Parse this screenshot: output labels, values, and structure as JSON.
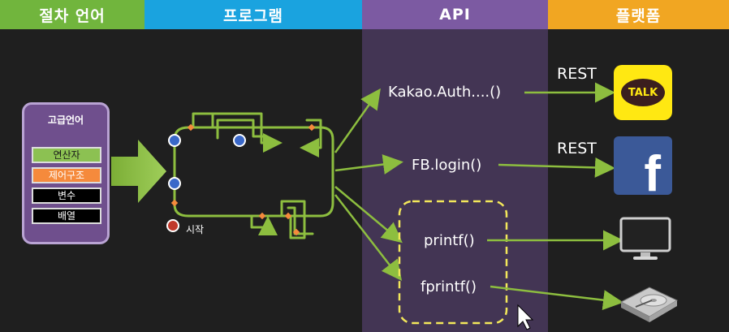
{
  "headers": [
    "절차 언어",
    "프로그램",
    "API",
    "플랫폼"
  ],
  "header_colors": [
    "#71b53d",
    "#1aa3df",
    "#7c5aa2",
    "#f1a622"
  ],
  "left_box": {
    "title": "고급언어",
    "items": [
      {
        "label": "연산자",
        "bg": "#8cc152",
        "fg": "#1a1a1a"
      },
      {
        "label": "제어구조",
        "bg": "#f58a3c",
        "fg": "#ffffff"
      },
      {
        "label": "변수",
        "bg": "#000000",
        "fg": "#ffffff"
      },
      {
        "label": "배열",
        "bg": "#000000",
        "fg": "#ffffff"
      }
    ]
  },
  "flow": {
    "start_label": "시작"
  },
  "api": {
    "items": [
      "Kakao.Auth....()",
      "FB.login()",
      "printf()",
      "fprintf()"
    ]
  },
  "platform": {
    "rest_labels": [
      "REST",
      "REST"
    ],
    "kakao_text": "TALK",
    "facebook_letter": "f",
    "icons": [
      "kakaotalk-icon",
      "facebook-icon",
      "monitor-icon",
      "hard-drive-icon"
    ]
  }
}
